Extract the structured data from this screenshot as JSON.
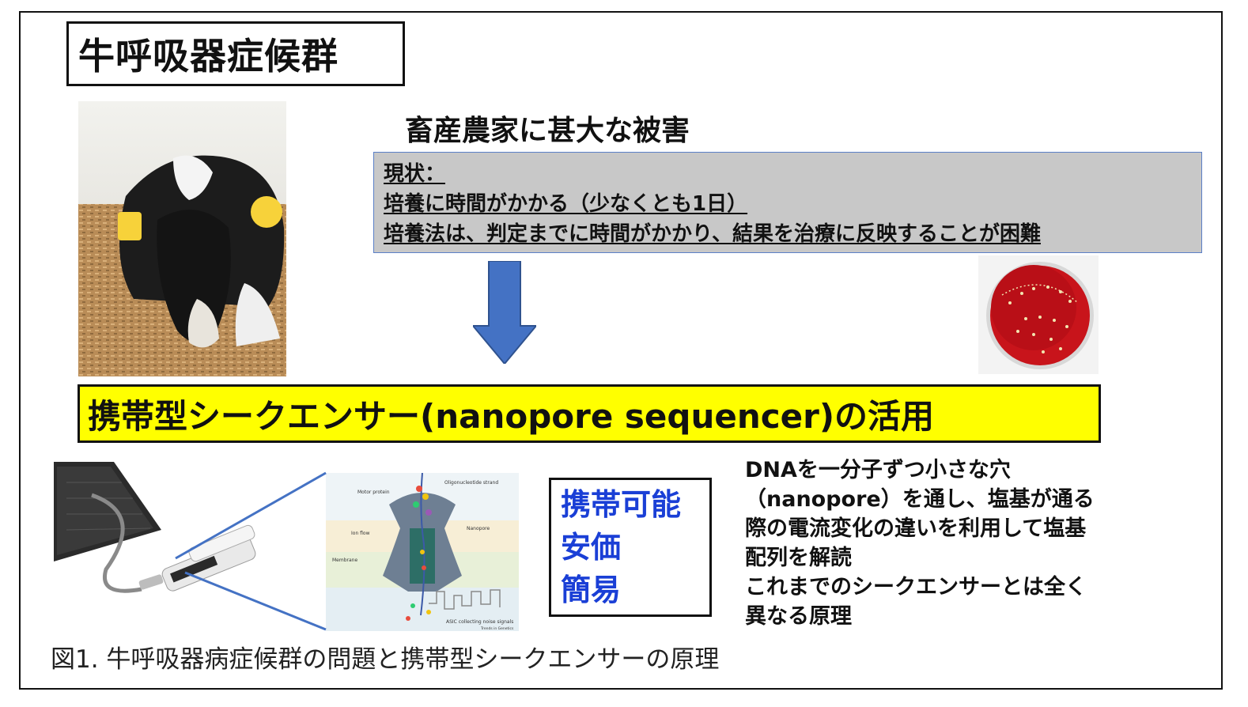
{
  "title": "牛呼吸器症候群",
  "damage_heading": "畜産農家に甚大な被害",
  "status": {
    "lines": [
      "現状：",
      "培養に時間がかかる（少なくとも1日）",
      "培養法は、判定までに時間がかかり、結果を治療に反映することが困難"
    ]
  },
  "banner": "携帯型シークエンサー(nanopore sequencer)の活用",
  "merits": [
    "携帯可能",
    "安価",
    "簡易"
  ],
  "principle_lines": [
    "DNAを一分子ずつ小さな穴",
    "（nanopore）を通し、塩基が通る",
    "際の電流変化の違いを利用して塩基",
    "配列を解読",
    "これまでのシークエンサーとは全く",
    "異なる原理"
  ],
  "diagram_labels": {
    "motor_protein": "Motor protein",
    "oligo": "Oligonucleotide strand",
    "ion_flow": "Ion flow",
    "nanopore": "Nanopore",
    "membrane": "Membrane",
    "asic": "ASIC collecting noise signals",
    "source": "Trends in Genetics"
  },
  "caption": "図1. 牛呼吸器病症候群の問題と携帯型シークエンサーの原理",
  "colors": {
    "arrow": "#4472c4",
    "banner": "#ffff00",
    "merits_text": "#1a3fd6",
    "status_bg": "#c8c8c8",
    "petri": "#c8141b"
  },
  "icons": {
    "cow": "cow-photo",
    "petri": "petri-dish-photo",
    "device": "sequencer-device-photo"
  }
}
